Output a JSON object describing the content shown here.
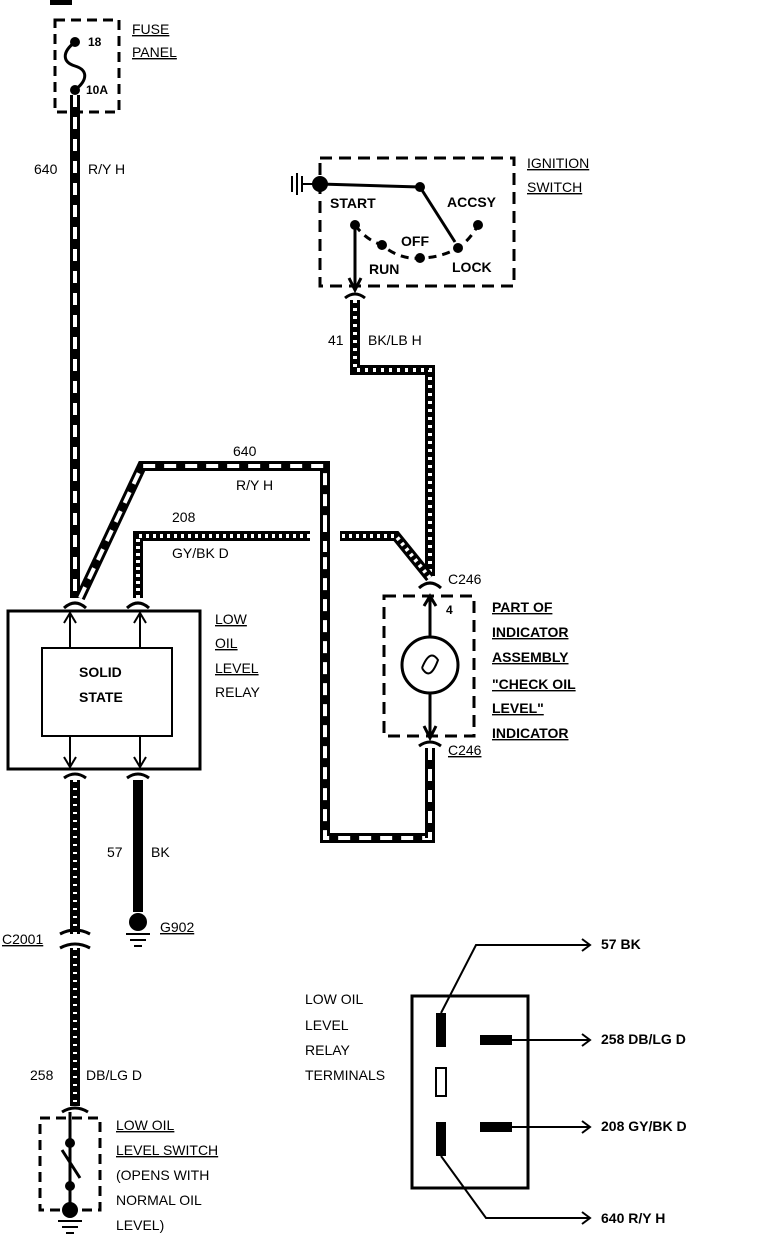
{
  "fuse_panel": {
    "line1": "FUSE",
    "line2": "PANEL",
    "pin_top": "18",
    "pin_bottom": "10A"
  },
  "wire_640_main": {
    "circuit": "640",
    "color": "R/Y H"
  },
  "ignition_switch": {
    "line1": "IGNITION",
    "line2": "SWITCH",
    "start": "START",
    "accsy": "ACCSY",
    "off": "OFF",
    "run": "RUN",
    "lock": "LOCK"
  },
  "wire_41": {
    "circuit": "41",
    "color": "BK/LB H"
  },
  "wire_640_branch": {
    "circuit": "640",
    "color": "R/Y H"
  },
  "wire_208": {
    "circuit": "208",
    "color": "GY/BK D"
  },
  "connector_c246_top": {
    "label": "C246",
    "pin": "4"
  },
  "indicator": {
    "line1": "PART OF",
    "line2": "INDICATOR",
    "line3": "ASSEMBLY",
    "line4": "\"CHECK OIL",
    "line5": "LEVEL\"",
    "line6": "INDICATOR"
  },
  "connector_c246_bottom": {
    "label": "C246"
  },
  "relay": {
    "line1": "LOW",
    "line2": "OIL",
    "line3": "LEVEL",
    "line4": "RELAY",
    "inner1": "SOLID",
    "inner2": "STATE"
  },
  "wire_57": {
    "circuit": "57",
    "color": "BK"
  },
  "ground": {
    "label": "G902"
  },
  "connector_c2001": {
    "label": "C2001"
  },
  "wire_258": {
    "circuit": "258",
    "color": "DB/LG D"
  },
  "switch": {
    "line1": "LOW OIL",
    "line2": "LEVEL SWITCH",
    "line3": "(OPENS WITH",
    "line4": "NORMAL OIL",
    "line5": "LEVEL)"
  },
  "terminals": {
    "line1": "LOW OIL",
    "line2": "LEVEL",
    "line3": "RELAY",
    "line4": "TERMINALS",
    "t1": "57 BK",
    "t2": "258  DB/LG D",
    "t3": "208  GY/BK D",
    "t4": "640  R/Y H"
  }
}
